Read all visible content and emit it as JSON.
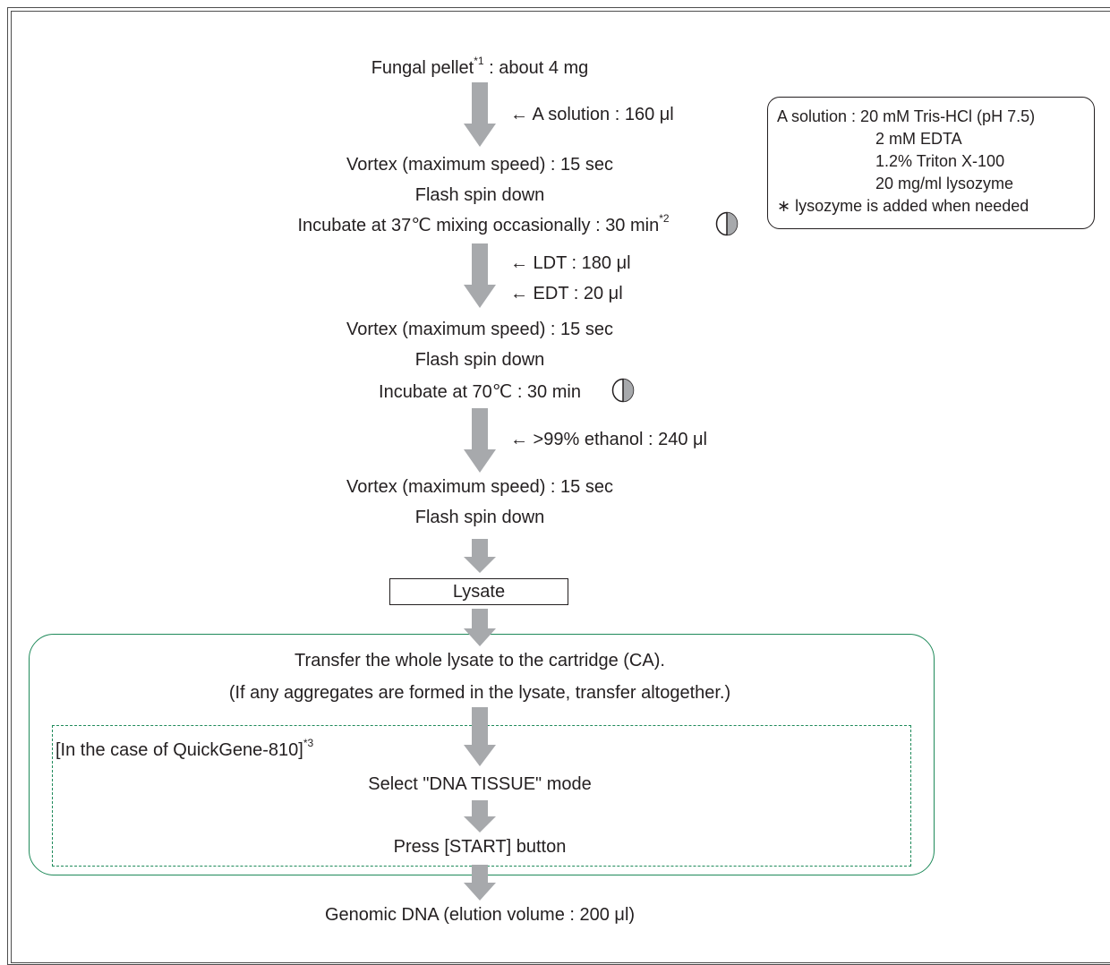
{
  "steps": {
    "pellet_prefix": "Fungal pellet",
    "pellet_sup": "*1",
    "pellet_suffix": " : about 4 mg",
    "add_a_solution": "← A solution : 160 μl",
    "vortex_1": "Vortex (maximum speed) : 15 sec",
    "spin_1": "Flash spin down",
    "incubate_37": "Incubate at 37℃ mixing occasionally : 30 min",
    "incubate_37_sup": "*2",
    "add_ldt": "← LDT  : 180 μl",
    "add_edt": "← EDT : 20 μl",
    "vortex_2": "Vortex (maximum speed) : 15 sec",
    "spin_2": "Flash spin down",
    "incubate_70": "Incubate at 70℃ : 30 min",
    "add_ethanol": "← >99% ethanol : 240 μl",
    "vortex_3": "Vortex (maximum speed) : 15 sec",
    "spin_3": "Flash spin down",
    "lysate": "Lysate",
    "transfer_1": "Transfer the whole lysate to the cartridge (CA).",
    "transfer_2": "(If any aggregates are formed in the lysate, transfer altogether.)",
    "case_label": "[In the case of QuickGene-810]",
    "case_sup": "*3",
    "select_mode": "Select \"DNA TISSUE\" mode",
    "press_start": "Press [START] button",
    "genomic": "Genomic DNA (elution volume : 200 μl)"
  },
  "note": {
    "line1": "A solution : 20 mM Tris-HCl (pH 7.5)",
    "line2": "2 mM EDTA",
    "line3": "1.2% Triton X-100",
    "line4": "20 mg/ml lysozyme",
    "line5": "∗ lysozyme is added when needed"
  },
  "colors": {
    "arrow": "#a7a9ac",
    "frame_green": "#1f8a5a",
    "text": "#231f20"
  }
}
